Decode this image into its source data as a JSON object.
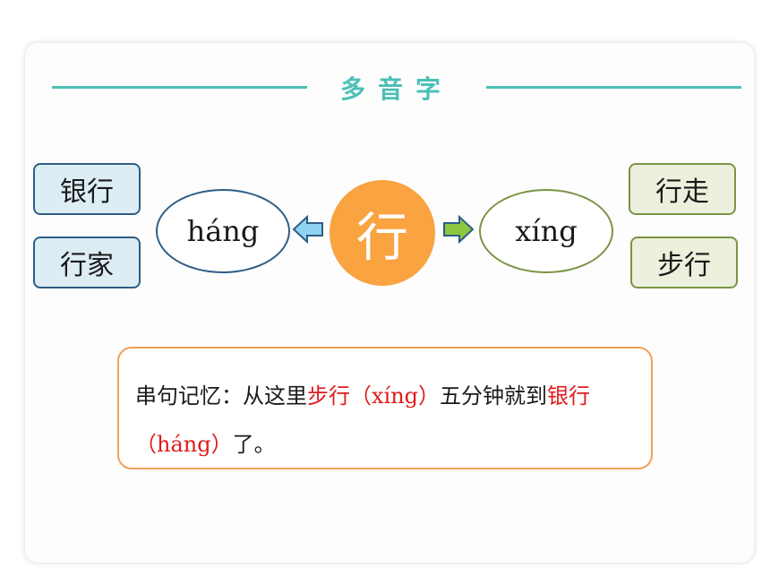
{
  "title": "多音字",
  "center_char": "行",
  "readings": {
    "left": {
      "pinyin": "háng",
      "words": [
        "银行",
        "行家"
      ]
    },
    "right": {
      "pinyin": "xíng",
      "words": [
        "行走",
        "步行"
      ]
    }
  },
  "memo": {
    "prefix": "串句记忆：从这里",
    "red1": "步行（xíng）",
    "middle": "五分钟就到",
    "red2": "银行（háng）",
    "suffix": "了。"
  },
  "colors": {
    "accent_teal": "#4dbfb6",
    "center_orange": "#f9a341",
    "blue_border": "#2e5d86",
    "green_border": "#7a9445",
    "highlight_red": "#e01b1b",
    "memo_border": "#f2a055"
  },
  "icons": {
    "left_arrow": "arrow-left-icon",
    "right_arrow": "arrow-right-icon"
  }
}
